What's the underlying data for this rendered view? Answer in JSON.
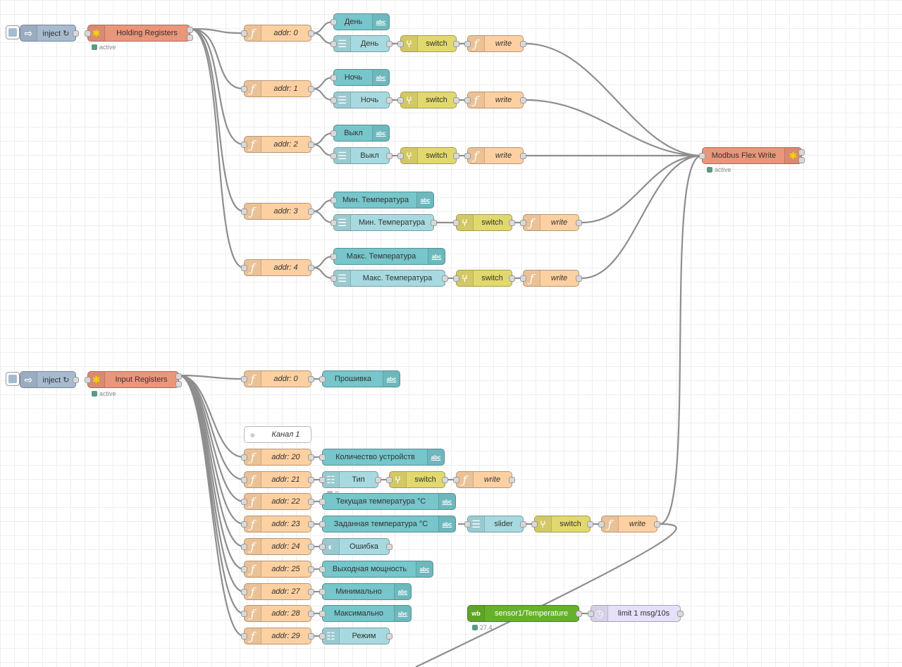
{
  "theme": {
    "function": "#fdd0a2",
    "ui_text": "#76c6cb",
    "ui_control": "#a6dae0",
    "switch": "#e2d96e",
    "modbus": "#e9967a",
    "inject": "#a6bbcf",
    "wire": "#8e8e8e",
    "status_ok": "#5a9c7e",
    "wb": "#66b12b",
    "delay": "#e6e0f8"
  },
  "nodes": {
    "inject1": "inject ↻",
    "holding": "Holding Registers",
    "holding_status": "active",
    "hr_addr0": "addr: 0",
    "hr_addr1": "addr: 1",
    "hr_addr2": "addr: 2",
    "hr_addr3": "addr: 3",
    "hr_addr4": "addr: 4",
    "txt_day": "День",
    "ui_day": "День",
    "txt_night": "Ночь",
    "ui_night": "Ночь",
    "txt_off": "Выкл",
    "ui_off": "Выкл",
    "txt_mint": "Мин. Температура",
    "ui_mint": "Мин. Температура",
    "txt_maxt": "Макс. Температура",
    "ui_maxt": "Макс. Температура",
    "switch": "switch",
    "write": "write",
    "slider": "slider",
    "flex_write": "Modbus Flex Write",
    "flex_status": "active",
    "inject2": "inject ↻",
    "input": "Input Registers",
    "input_status": "active",
    "ir_addr0": "addr: 0",
    "txt_fw": "Прошивка",
    "comment_channel": "Канал 1",
    "ir_addr20": "addr: 20",
    "txt_count": "Количество устройств",
    "ir_addr21": "addr: 21",
    "dd_type": "Тип",
    "dd_type_status": "2",
    "ir_addr22": "addr: 22",
    "txt_curtemp": "Текущая температура °C",
    "ir_addr23": "addr: 23",
    "txt_settemp": "Заданная температура °C",
    "ir_addr24": "addr: 24",
    "sw_error": "Ошибка",
    "ir_addr25": "addr: 25",
    "txt_power": "Выходная мощность",
    "ir_addr27": "addr: 27",
    "txt_min": "Минимально",
    "ir_addr28": "addr: 28",
    "txt_max": "Максимально",
    "ir_addr29": "addr: 29",
    "dd_mode": "Режим",
    "wb_sensor": "sensor1/Temperature",
    "wb_badge": "wb",
    "wb_status": "27.4",
    "delay": "limit 1 msg/10s",
    "abc": "abc"
  }
}
